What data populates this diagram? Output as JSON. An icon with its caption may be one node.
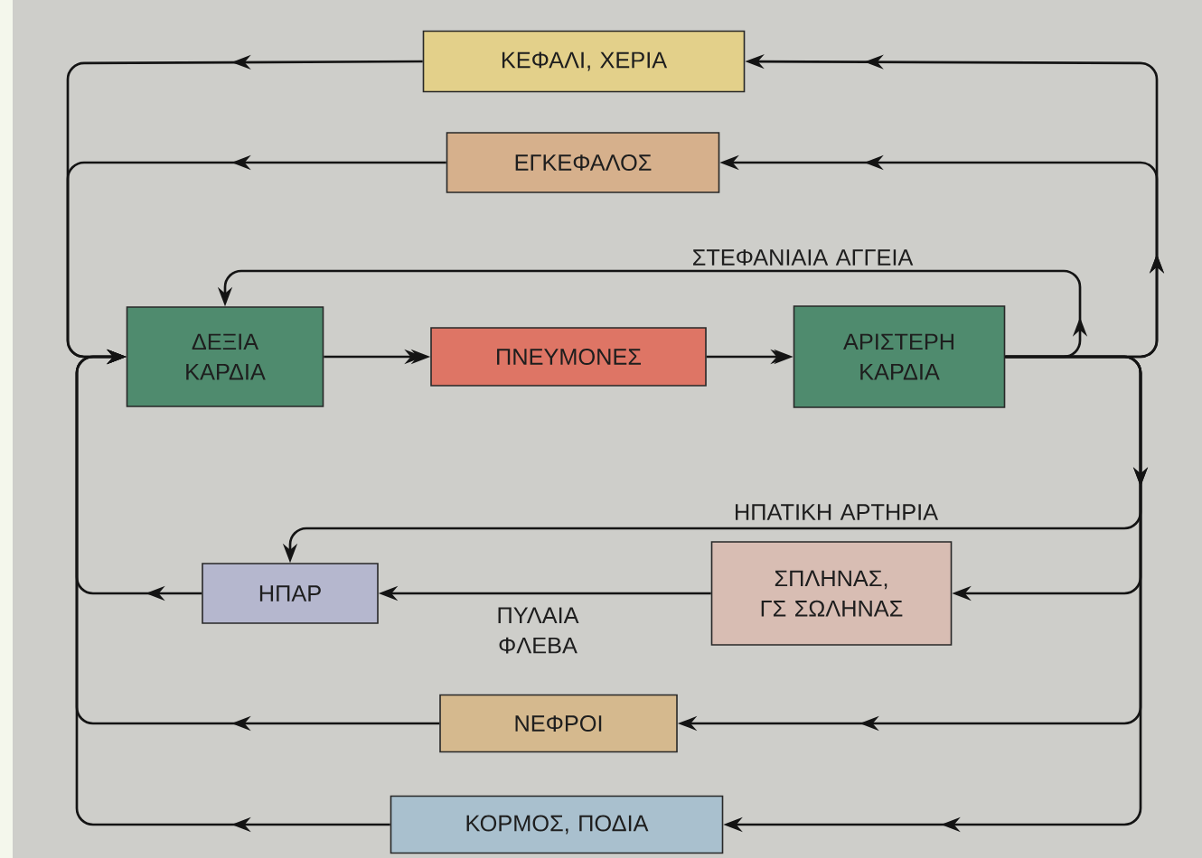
{
  "diagram": {
    "nodes": [
      {
        "text": [
          "ΚΕΦΑΛΙ, ΧΕΡΙΑ"
        ]
      },
      {
        "text": [
          "ΕΓΚΕΦΑΛΟΣ"
        ]
      },
      {
        "text": [
          "ΔΕΞΙΑ ΚΑΡΔΙΑ"
        ]
      },
      {
        "text": [
          "ΠΝΕΥΜΟΝΕΣ"
        ]
      },
      {
        "text": [
          "ΑΡΙΣΤΕΡΗ ΚΑΡΔΙΑ"
        ]
      },
      {
        "text": [
          "ΗΠΑΡ"
        ]
      },
      {
        "text": [
          "ΣΠΛΗΝΑΣ, ΓΣ ΣΩΛΗΝΑΣ"
        ]
      },
      {
        "text": [
          "ΝΕΦΡΟΙ"
        ]
      },
      {
        "text": [
          "ΚΟΡΜΟΣ, ΠΟΔΙΑ"
        ]
      }
    ],
    "edges": [
      {
        "from": 2,
        "to": 3,
        "arrow": "to"
      },
      {
        "from": 3,
        "to": 4,
        "arrow": "to"
      },
      {
        "from": 4,
        "to": 0,
        "arrow": "to"
      },
      {
        "from": 0,
        "to": 2,
        "arrow": "to"
      },
      {
        "from": 4,
        "to": 1,
        "arrow": "to"
      },
      {
        "from": 1,
        "to": 2,
        "arrow": "to"
      },
      {
        "from": 4,
        "to": 2,
        "arrow": "to",
        "label": "ΣΤΕΦΑΝΙΑΙΑ ΑΓΓΕΙΑ"
      },
      {
        "from": 4,
        "to": 5,
        "arrow": "to",
        "label": "ΗΠΑΤΙΚΗ ΑΡΤΗΡΙΑ"
      },
      {
        "from": 4,
        "to": 6,
        "arrow": "to"
      },
      {
        "from": 6,
        "to": 5,
        "arrow": "to",
        "label": "ΠΥΛΑΙΑ ΦΛΕΒΑ"
      },
      {
        "from": 5,
        "to": 2,
        "arrow": "to"
      },
      {
        "from": 4,
        "to": 7,
        "arrow": "to"
      },
      {
        "from": 7,
        "to": 2,
        "arrow": "to"
      },
      {
        "from": 4,
        "to": 8,
        "arrow": "to"
      },
      {
        "from": 8,
        "to": 2,
        "arrow": "to"
      }
    ]
  }
}
